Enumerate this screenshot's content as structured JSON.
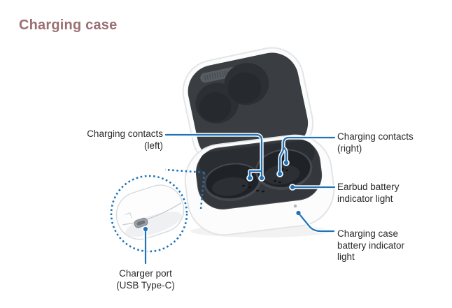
{
  "title": {
    "text": "Charging case"
  },
  "labels": {
    "charging_contacts_left": {
      "line1": "Charging contacts",
      "line2": "(left)"
    },
    "charging_contacts_right": {
      "line1": "Charging contacts",
      "line2": "(right)"
    },
    "earbud_battery_indicator": {
      "line1": "Earbud battery",
      "line2": "indicator light"
    },
    "charging_case_battery_indicator": {
      "line1": "Charging case",
      "line2": "battery indicator",
      "line3": "light"
    },
    "charger_port": {
      "line1": "Charger port",
      "line2": "(USB Type-C)"
    }
  },
  "colors": {
    "accent_blue": "#2173b8",
    "title_color": "#9b7073",
    "label_text_color": "#2b2b2b",
    "case_shell_white": "#fcfcfd",
    "case_interior_dark": "#34373b",
    "page_bg": "#ffffff"
  }
}
